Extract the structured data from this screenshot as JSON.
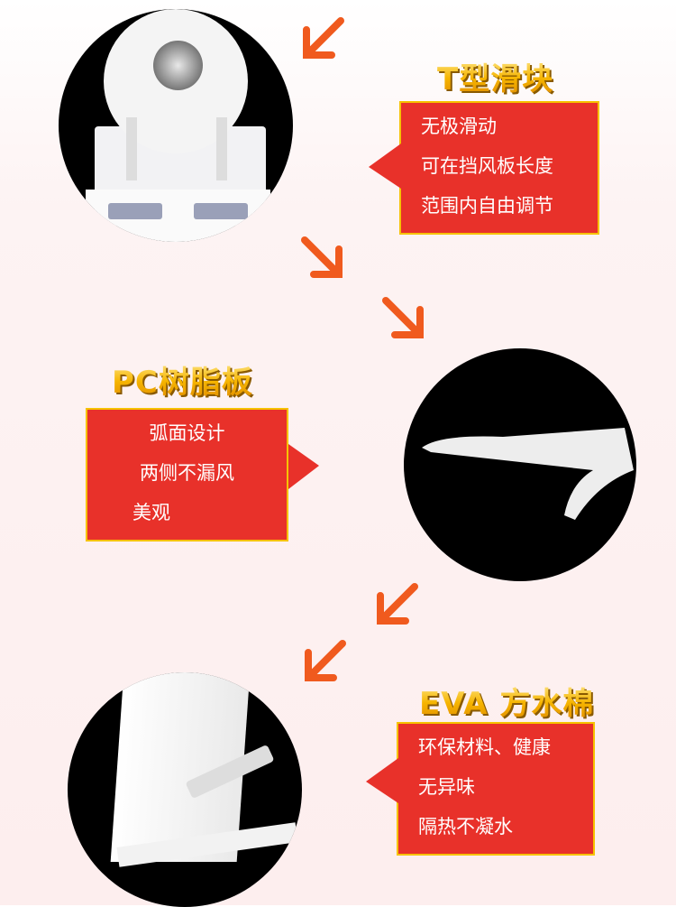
{
  "sections": [
    {
      "title": "T型滑块",
      "lines": [
        "无极滑动",
        "可在挡风板长度",
        "范围内自由调节"
      ]
    },
    {
      "title": "PC树脂板",
      "lines": [
        "弧面设计",
        "两侧不漏风",
        "美观"
      ]
    },
    {
      "title": "EVA 方水棉",
      "lines": [
        "环保材料、健康",
        "无异味",
        "隔热不凝水"
      ]
    }
  ],
  "colors": {
    "box": "#e8312a",
    "border": "#f6c200",
    "arrow": "#f05a1e"
  }
}
